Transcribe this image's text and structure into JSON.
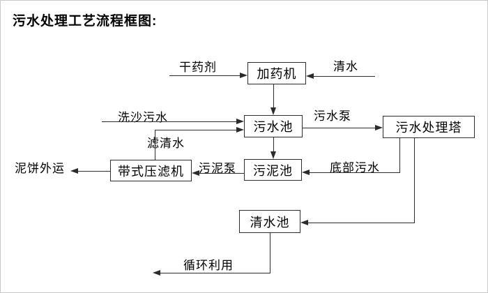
{
  "page": {
    "title": "污水处理工艺流程框图:"
  },
  "colors": {
    "background": "#ffffff",
    "line": "#2b2b2b",
    "box_border": "#2b2b2b",
    "box_fill": "#ffffff",
    "text": "#000000",
    "page_border": "#c8c8c8"
  },
  "diagram": {
    "nodes": [
      {
        "id": "dosing-machine",
        "label": "加药机"
      },
      {
        "id": "sewage-pool",
        "label": "污水池"
      },
      {
        "id": "treatment-tower",
        "label": "污水处理塔"
      },
      {
        "id": "sludge-pool",
        "label": "污泥池"
      },
      {
        "id": "belt-filter-press",
        "label": "带式压滤机"
      },
      {
        "id": "clean-water-pool",
        "label": "清水池"
      }
    ],
    "flow_labels": [
      {
        "id": "dry-chemical",
        "label": "干药剂"
      },
      {
        "id": "clean-water",
        "label": "清水"
      },
      {
        "id": "sand-washing-sewage",
        "label": "洗沙污水"
      },
      {
        "id": "sewage-pump",
        "label": "污水泵"
      },
      {
        "id": "filtered-water",
        "label": "滤清水"
      },
      {
        "id": "sludge-pump",
        "label": "污泥泵"
      },
      {
        "id": "bottom-sewage",
        "label": "底部污水"
      },
      {
        "id": "mud-cake-outbound",
        "label": "泥饼外运"
      },
      {
        "id": "recycling",
        "label": "循环利用"
      }
    ],
    "edges": [
      {
        "from": "干药剂",
        "to": "加药机",
        "direction": "right"
      },
      {
        "from": "清水",
        "to": "加药机",
        "direction": "left"
      },
      {
        "from": "加药机",
        "to": "污水池",
        "direction": "down"
      },
      {
        "from": "洗沙污水",
        "to": "污水池",
        "direction": "right"
      },
      {
        "from": "带式压滤机",
        "to": "污水池",
        "via": "滤清水",
        "direction": "up-right"
      },
      {
        "from": "污水池",
        "to": "污水处理塔",
        "via": "污水泵",
        "direction": "right"
      },
      {
        "from": "污水池",
        "to": "污泥池",
        "direction": "down"
      },
      {
        "from": "污水处理塔",
        "to": "污泥池",
        "via": "底部污水",
        "direction": "down-left"
      },
      {
        "from": "污泥池",
        "to": "带式压滤机",
        "via": "污泥泵",
        "direction": "left"
      },
      {
        "from": "带式压滤机",
        "to": "泥饼外运",
        "direction": "left"
      },
      {
        "from": "污水处理塔",
        "to": "清水池",
        "direction": "down-left"
      },
      {
        "from": "清水池",
        "to": "循环利用",
        "direction": "down-left"
      }
    ]
  }
}
